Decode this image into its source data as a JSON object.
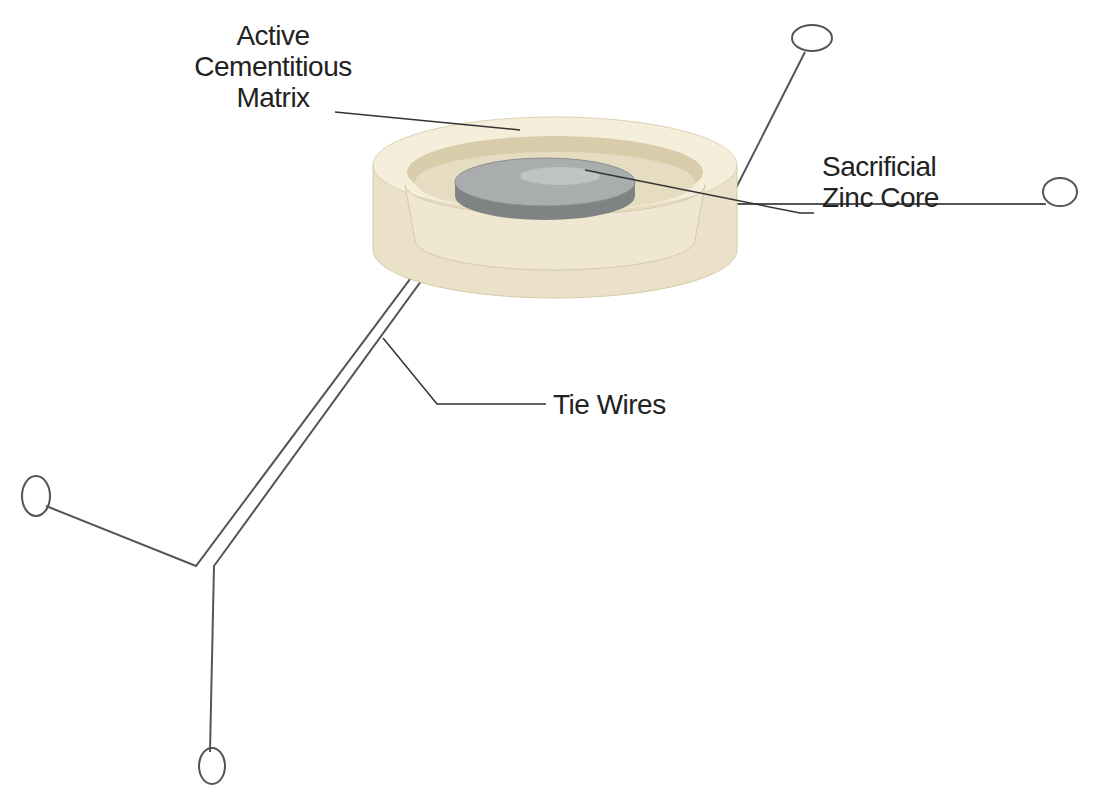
{
  "diagram": {
    "labels": [
      "Active Cementitious Matrix",
      "Sacrificial Zinc Core",
      "Tie Wires"
    ]
  }
}
